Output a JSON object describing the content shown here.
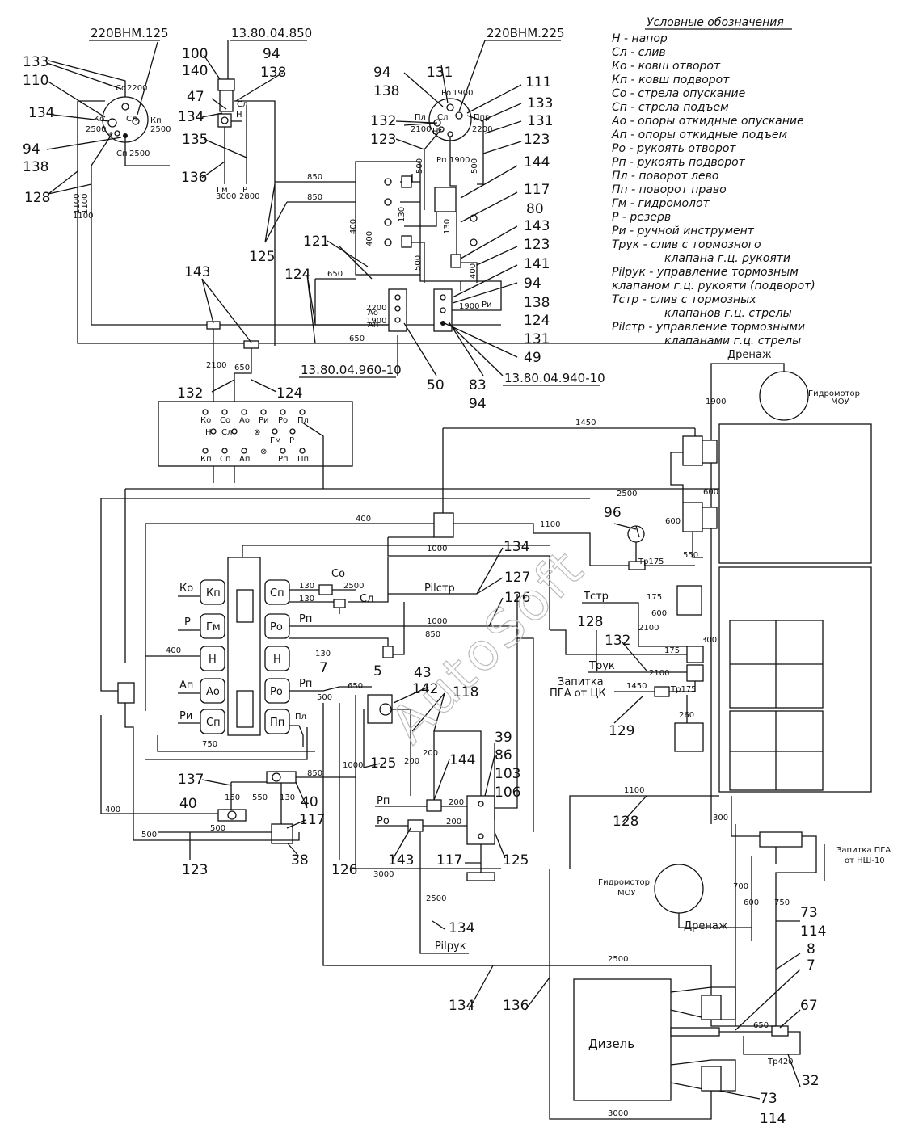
{
  "legend": {
    "title": "Условные обозначения",
    "items": [
      "Н - напор",
      "Сл - слив",
      "Ко - ковш отворот",
      "Кп - ковш подворот",
      "Со - стрела опускание",
      "Сп - стрела подъем",
      "Ао - опоры откидные опускание",
      "Ап - опоры откидные подъем",
      "Ро - рукоять отворот",
      "Рп - рукоять подворот",
      "Пл - поворот лево",
      "Пп - поворот право",
      "Гм - гидромолот",
      "Р - резерв",
      "Ри - ручной инструмент",
      "Трук - слив с тормозного",
      "клапана г.ц. рукояти",
      "Pilрук - управление тормозным",
      "клапаном г.ц. рукояти (подворот)",
      "Тстр - слив с тормозных",
      "клапанов г.ц. стрелы",
      "Pilстр - управление тормозными",
      "клапанами г.ц. стрелы"
    ]
  },
  "headers": {
    "h1": "220ВНМ.125",
    "h2": "13.80.04.850",
    "h3": "220ВНМ.225",
    "h4": "13.80.04.960-10",
    "h5": "13.80.04.940-10"
  },
  "motors": {
    "top": "Гидромотор МОУ",
    "top_l1": "Гидромотор",
    "top_l2": "МОУ",
    "bottom_l1": "Гидромотор",
    "bottom_l2": "МОУ",
    "drain": "Дренаж"
  },
  "diesel": "Дизель",
  "feed_pga_l1": "Запитка ПГА",
  "feed_pga_l2": "от НШ-10",
  "feed_cz_l1": "Запитка",
  "feed_cz_l2": "ПГА от ЦК",
  "watermark": "AutoSoft",
  "panel_row1": [
    "Ко",
    "Со",
    "Ао",
    "Ри",
    "Ро",
    "Пл"
  ],
  "panel_row1b": [
    "Н",
    "Сл"
  ],
  "panel_row2": [
    "Гм",
    "Р"
  ],
  "panel_row3": [
    "Кп",
    "Сп",
    "Ап",
    "Рп",
    "Пп"
  ],
  "valve_left": [
    "Ко",
    "Р",
    "Ап",
    "Ри"
  ],
  "valve_cells_l": [
    "Кп",
    "Гм",
    "Н",
    "Ао",
    "Сп"
  ],
  "valve_cells_r": [
    "Сп",
    "Ро",
    "Н",
    "Ро",
    "Пп"
  ],
  "valve_right_lbl": [
    "Со",
    "Сл",
    "Рп",
    "Рп",
    "Пл"
  ],
  "labels_a": {
    "pilstr": "Pilстр",
    "tstr": "Тстр",
    "truk": "Трук",
    "pilruk": "Pilрук",
    "pn": "Рп",
    "po": "Ро",
    "ao": "Ао",
    "an": "Ап",
    "ri": "Ри",
    "tp175a": "Тр175",
    "tp175b": "Тр175",
    "tp420": "Тр420",
    "gm": "Гм",
    "r": "Р",
    "p1_2200": "2200",
    "p1_1900": "1900",
    "p1_1900b": "1900",
    "ko2500": "2500",
    "kn2500": "2500",
    "sp2500": "2500",
    "sl2200": "2200",
    "ro1900": "1900",
    "pl2100": "2100",
    "ppr2200": "2200",
    "rp1900": "1900",
    "gm3000": "3000",
    "r2800": "2800"
  },
  "port1": {
    "co": "Со",
    "ko": "Ко",
    "kn": "Кп",
    "n": "Н",
    "sl": "Сл",
    "sp": "Сп"
  },
  "port2": {
    "ro": "Ро",
    "pl": "Пл",
    "ppr": "Ппр",
    "sl": "Сл",
    "n": "Н",
    "rp": "Рп"
  },
  "port3": {
    "sl": "Сл",
    "n": "Н"
  },
  "numbers": [
    "133",
    "110",
    "134",
    "94",
    "138",
    "128",
    "100",
    "140",
    "47",
    "135",
    "134",
    "136",
    "94",
    "138",
    "131",
    "111",
    "94",
    "138",
    "133",
    "132",
    "123",
    "131",
    "123",
    "144",
    "117",
    "80",
    "143",
    "123",
    "141",
    "94",
    "138",
    "124",
    "131",
    "49",
    "121",
    "125",
    "124",
    "143",
    "1100",
    "132",
    "124",
    "50",
    "83",
    "94",
    "96",
    "134",
    "127",
    "126",
    "128",
    "132",
    "129",
    "43",
    "142",
    "118",
    "137",
    "40",
    "40",
    "117",
    "144",
    "86",
    "103",
    "106",
    "39",
    "143",
    "125",
    "123",
    "38",
    "126",
    "117",
    "125",
    "134",
    "136",
    "73",
    "114",
    "8",
    "7",
    "67",
    "32",
    "73",
    "114",
    "128",
    "5",
    "7"
  ],
  "dims": [
    "850",
    "850",
    "1100",
    "1100",
    "400",
    "400",
    "130",
    "500",
    "500",
    "130",
    "500",
    "650",
    "2200",
    "1900",
    "650",
    "2100",
    "650",
    "1900",
    "1450",
    "2500",
    "400",
    "1000",
    "1100",
    "130",
    "2500",
    "130",
    "400",
    "1000",
    "850",
    "400",
    "650",
    "130",
    "500",
    "750",
    "600",
    "600",
    "550",
    "175",
    "2100",
    "300",
    "600",
    "2100",
    "1450",
    "260",
    "1100",
    "200",
    "200",
    "200",
    "200",
    "130",
    "150",
    "550",
    "850",
    "500",
    "500",
    "400",
    "1000",
    "2500",
    "300",
    "700",
    "600",
    "750",
    "650",
    "2500",
    "3000",
    "400",
    "500"
  ]
}
